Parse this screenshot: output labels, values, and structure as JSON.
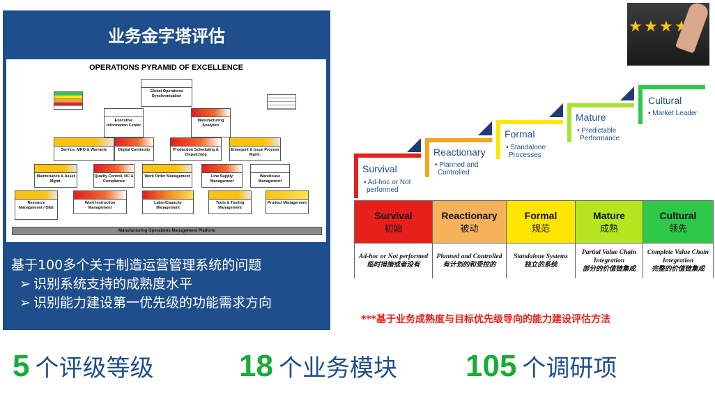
{
  "left_panel": {
    "title": "业务金字塔评估",
    "pyramid": {
      "title": "OPERATIONS PYRAMID OF EXCELLENCE",
      "boxes": [
        "Global Operations Synchronization",
        "Executive Information Center",
        "Manufacturing Analytics",
        "Service, MRO & Warranty",
        "Digital Continuity",
        "Production Scheduling & Dispatching",
        "Emergent & Issue Process Mgmt.",
        "Maintenance & Asset Mgmt.",
        "Quality Control, NC & Compliance",
        "Work Order Management",
        "Line Supply Management",
        "Warehouse Management",
        "Resource Management / OEE",
        "Work Instruction Management",
        "Labor/Capacity Management",
        "Tools & Tooling Management",
        "Product Management"
      ],
      "platform": "Manufacturing Operations Management Platform"
    },
    "intro": "基于100多个关于制造运营管理系统的问题",
    "bullets": [
      "识别系统支持的成熟度水平",
      "识别能力建设第一优先级的功能需求方向"
    ],
    "bullet_marker": "➢"
  },
  "staircase": [
    {
      "name": "Survival",
      "desc": [
        "• Ad-hoc or Not",
        "performed"
      ],
      "color": "#e8201c"
    },
    {
      "name": "Reactionary",
      "desc": [
        "• Planned and",
        "Controlled"
      ],
      "color": "#f5a623"
    },
    {
      "name": "Formal",
      "desc": [
        "• Standalone",
        "Processes"
      ],
      "color": "#ffe600"
    },
    {
      "name": "Mature",
      "desc": [
        "• Predictable",
        "Performance"
      ],
      "color": "#a6e22e"
    },
    {
      "name": "Cultural",
      "desc": [
        "• Market Leader"
      ],
      "color": "#2ec84a"
    }
  ],
  "maturity_table": {
    "levels": [
      {
        "name": "Survival",
        "cn": "初始",
        "color": "#e8201c",
        "desc_en": "Ad-hoc or Not performed",
        "desc_cn": "临时措施或者没有"
      },
      {
        "name": "Reactionary",
        "cn": "被动",
        "color": "#f5b25a",
        "desc_en": "Planned and Controlled",
        "desc_cn": "有计划的和受控的"
      },
      {
        "name": "Formal",
        "cn": "规范",
        "color": "#ffe600",
        "desc_en": "Standalone Systems",
        "desc_cn": "独立的系统"
      },
      {
        "name": "Mature",
        "cn": "成熟",
        "color": "#b5e61d",
        "desc_en": "Partial Value Chain Integration",
        "desc_cn": "部分的价值链集成"
      },
      {
        "name": "Cultural",
        "cn": "领先",
        "color": "#2ec84a",
        "desc_en": "Complete Value Chain Integration",
        "desc_cn": "完整的价值链集成"
      }
    ]
  },
  "method_note": "***基于业务成熟度与目标优先级导向的能力建设评估方法",
  "stats": [
    {
      "num": "5",
      "label": "个评级等级"
    },
    {
      "num": "18",
      "label": "个业务模块"
    },
    {
      "num": "105",
      "label": "个调研项"
    }
  ],
  "photo": {
    "icon": "five-stars-hand-photo",
    "star_glyph": "★"
  },
  "colors": {
    "panel_blue": "#1f4e8c",
    "stat_green": "#1aab3a",
    "note_red": "#e8201c"
  }
}
